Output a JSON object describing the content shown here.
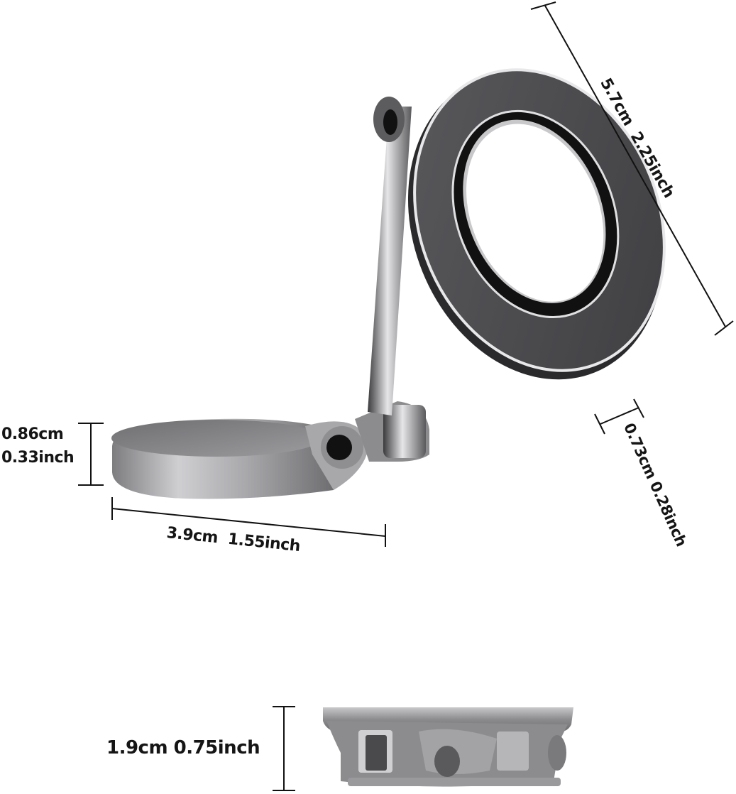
{
  "dimensions": {
    "ring_diameter": {
      "cm": "5.7cm",
      "inch": "2.25inch"
    },
    "ring_thickness": {
      "cm": "0.73cm",
      "inch": "0.28inch"
    },
    "base_height": {
      "cm": "0.86cm",
      "inch": "0.33inch"
    },
    "base_width": {
      "cm": "3.9cm",
      "inch": "1.55inch"
    },
    "folded_height": {
      "cm": "1.9cm",
      "inch": "0.75inch"
    }
  },
  "colors": {
    "background": "#ffffff",
    "text": "#151515",
    "metal_dark": "#4a4a4c",
    "metal_mid": "#8a8a8c",
    "metal_light": "#d6d6d8",
    "edge_highlight": "#f2f2f2"
  }
}
